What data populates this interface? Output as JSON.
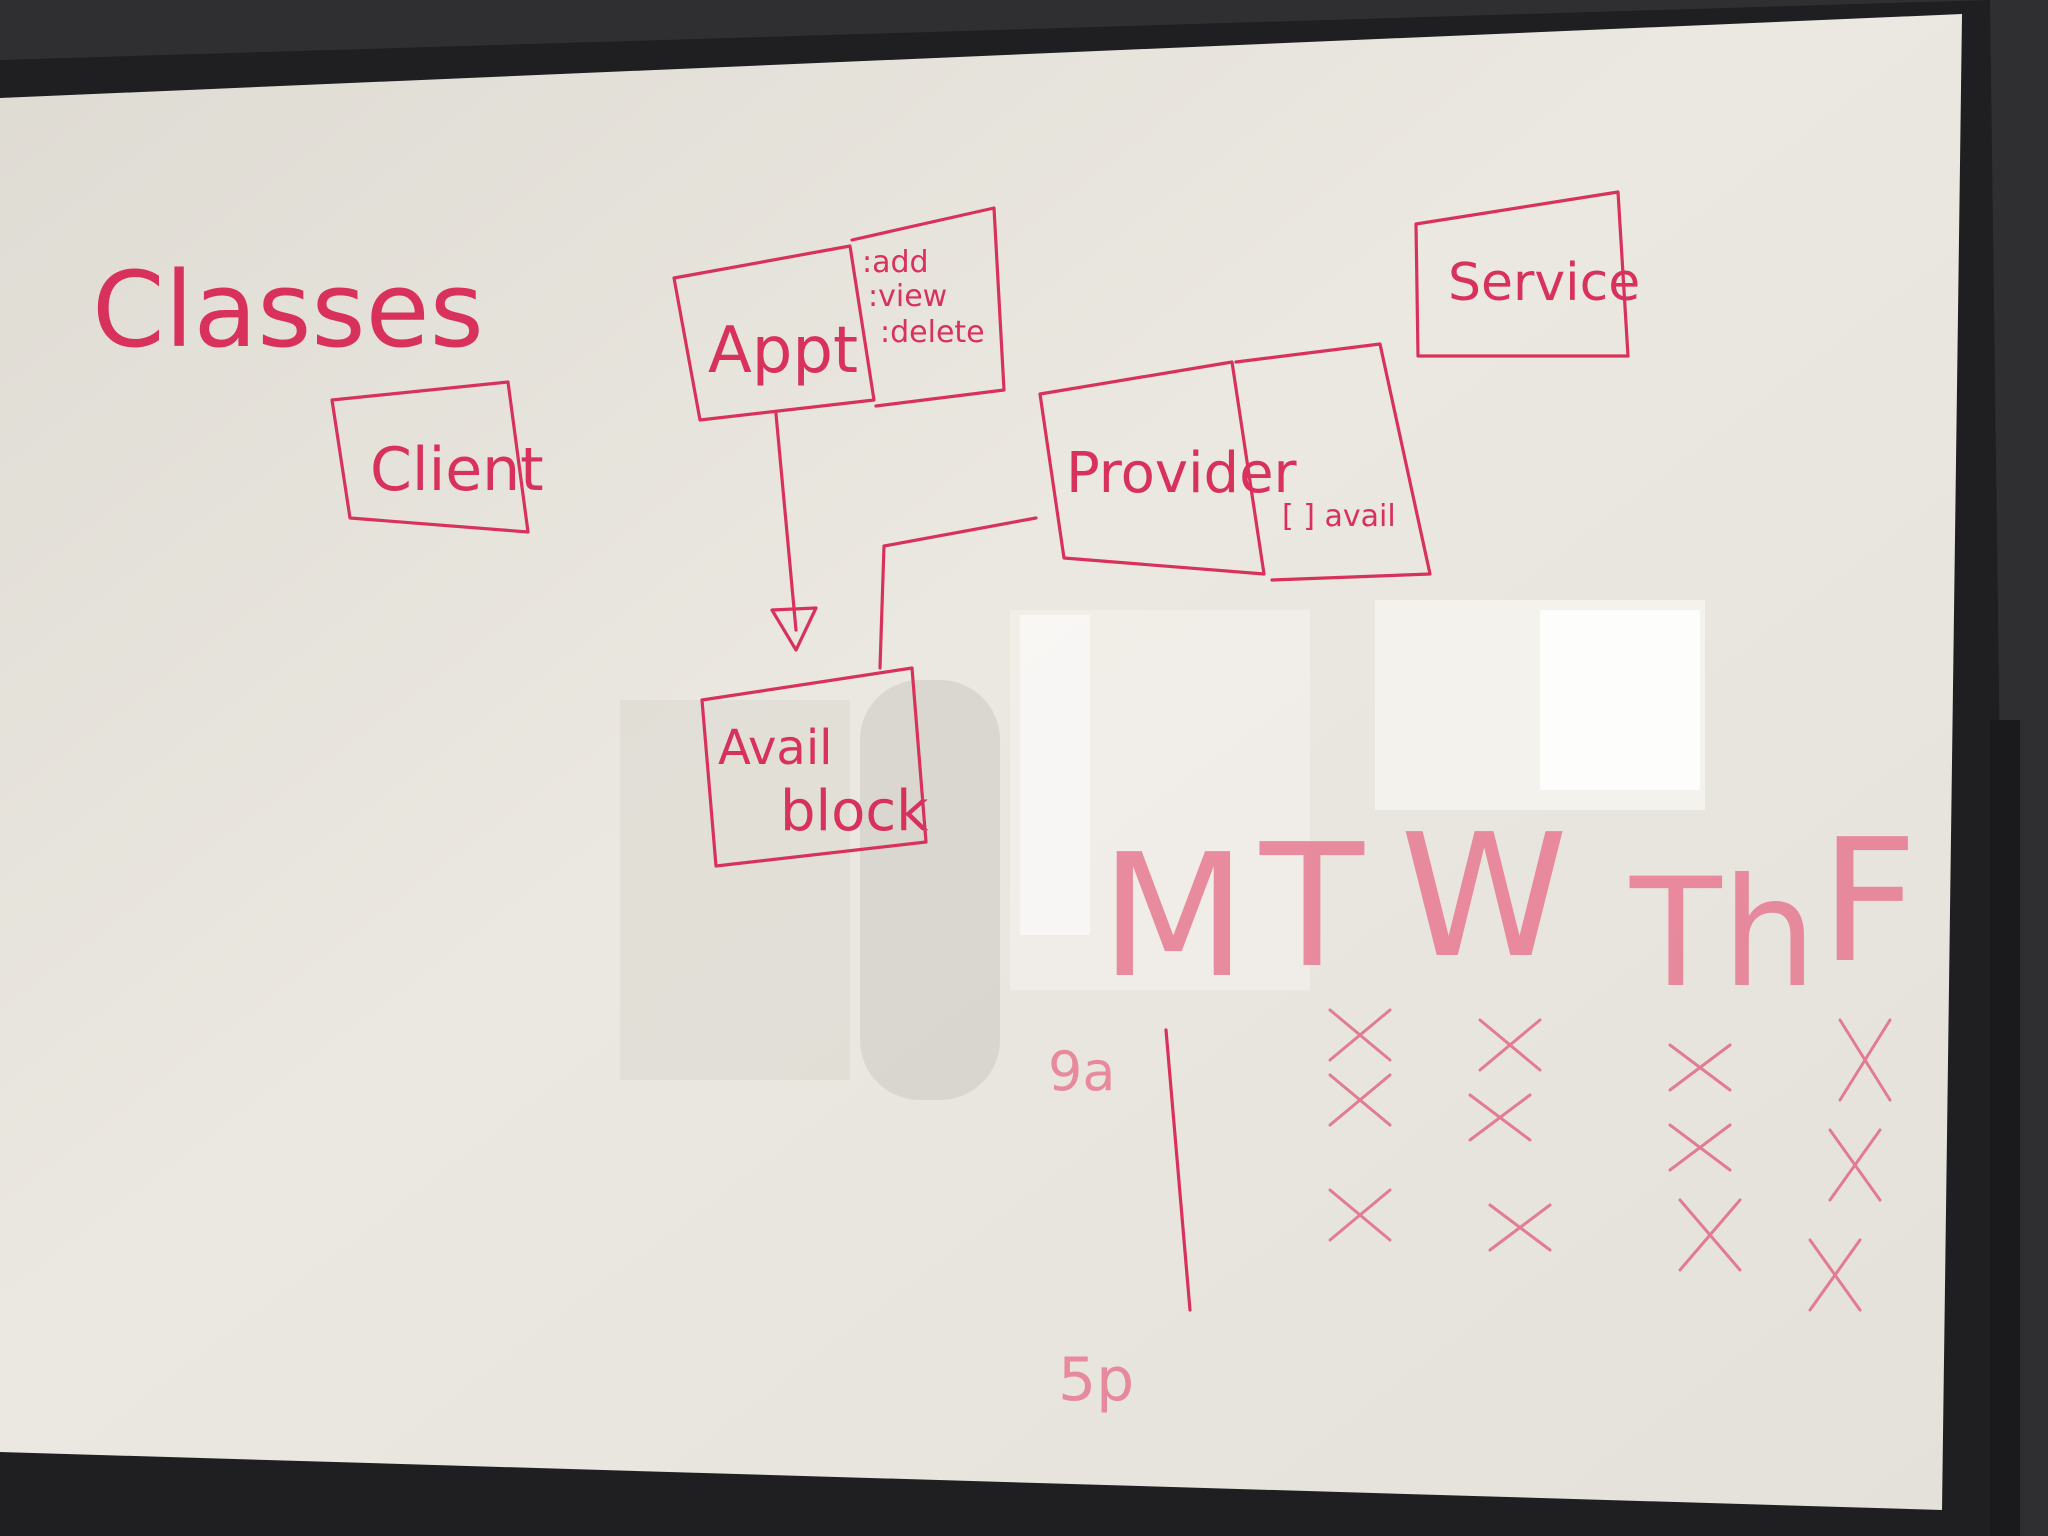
{
  "colors": {
    "marker": "#d8325c",
    "board": "#e9e6df",
    "frame": "#232326",
    "wall": "#3a3a3c"
  },
  "board": {
    "heading": "Classes",
    "boxes": {
      "client": "Client",
      "appt": "Appt",
      "appt_methods": [
        ":add",
        ":view",
        ":delete"
      ],
      "service": "Service",
      "provider": "Provider",
      "provider_field": "[ ] avail",
      "avail_block_line1": "Avail",
      "avail_block_line2": "block"
    },
    "schedule": {
      "days": [
        "M",
        "T",
        "W",
        "Th",
        "F"
      ],
      "start_label": "9a",
      "end_label": "5p"
    }
  }
}
